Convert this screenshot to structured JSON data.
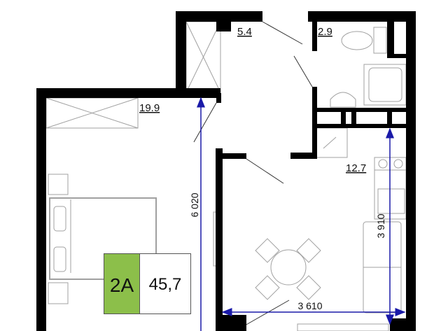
{
  "plan": {
    "rooms": [
      {
        "id": "hall",
        "area": "5.4"
      },
      {
        "id": "bathroom",
        "area": "2.9"
      },
      {
        "id": "bedroom",
        "area": "19.9"
      },
      {
        "id": "kitchen-living",
        "area": "12.7"
      }
    ],
    "dimensions": {
      "bedroom_length": "6 020",
      "kitchen_length": "3 910",
      "kitchen_width": "3 610"
    },
    "badge": {
      "type": "2А",
      "total_area": "45,7"
    },
    "colors": {
      "wall": "#000000",
      "dimension": "#1a1aa8",
      "badge_accent": "#8cbf4a",
      "furniture": "#9a9a9a"
    }
  }
}
